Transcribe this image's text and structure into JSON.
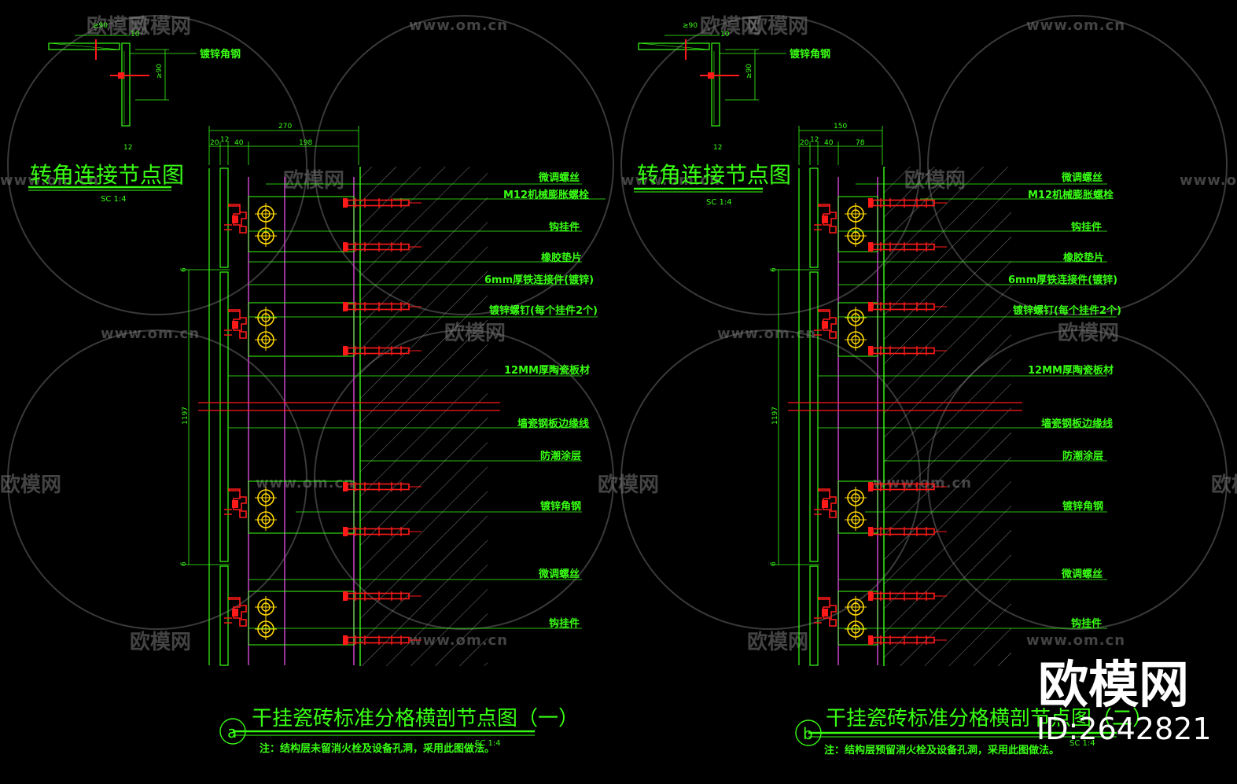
{
  "colors": {
    "background": "#000000",
    "line_green": "#39ff14",
    "anchor_red": "#ff1a1a",
    "bracket_magenta": "#c040c0",
    "washer_yellow": "#ffd800",
    "watermark_gray": "#7a7a7a",
    "brand_white": "#ffffff"
  },
  "watermark": {
    "logo_text": "欧模网",
    "url": "www.om.cn"
  },
  "brand": {
    "name": "欧模网",
    "id_label": "ID:2642821"
  },
  "left": {
    "corner_title": "转角连接节点图",
    "corner_scale": "SC   1:4",
    "corner_label": "镀锌角钢",
    "corner_dims": {
      "top": "≥90",
      "top2": "10",
      "side": "≥90",
      "bottom": "12"
    },
    "section_dims": {
      "total": "270",
      "a": "20",
      "b": "12",
      "c": "40",
      "d": "198",
      "height": "1197",
      "gap_top": "6",
      "gap_bottom": "6"
    },
    "labels": [
      "微调螺丝",
      "M12机械膨胀螺栓",
      "钩挂件",
      "橡胶垫片",
      "6mm厚铁连接件(镀锌)",
      "镀锌螺钉(每个挂件2个)",
      "12MM厚陶瓷板材",
      "墙瓷钢板边缘线",
      "防潮涂层",
      "镀锌角钢",
      "微调螺丝",
      "钩挂件"
    ],
    "title_letter": "a",
    "title": "干挂瓷砖标准分格横剖节点图（一）",
    "title_scale": "SC   1:4",
    "note": "注：结构层未留消火栓及设备孔洞，采用此图做法。"
  },
  "right": {
    "corner_title": "转角连接节点图",
    "corner_scale": "SC   1:4",
    "corner_label": "镀锌角钢",
    "corner_dims": {
      "top": "≥90",
      "top2": "10",
      "side": "≥90",
      "bottom": "12"
    },
    "section_dims": {
      "total": "150",
      "a": "20",
      "b": "12",
      "c": "40",
      "d": "78",
      "height": "1197",
      "gap_top": "6",
      "gap_bottom": "6"
    },
    "labels": [
      "微调螺丝",
      "M12机械膨胀螺栓",
      "钩挂件",
      "橡胶垫片",
      "6mm厚铁连接件(镀锌)",
      "镀锌螺钉(每个挂件2个)",
      "12MM厚陶瓷板材",
      "墙瓷钢板边缘线",
      "防潮涂层",
      "镀锌角钢",
      "微调螺丝",
      "钩挂件"
    ],
    "title_letter": "b",
    "title": "干挂瓷砖标准分格横剖节点图（二）",
    "title_scale": "SC   1:4",
    "note": "注：结构层预留消火栓及设备孔洞，采用此图做法。"
  }
}
